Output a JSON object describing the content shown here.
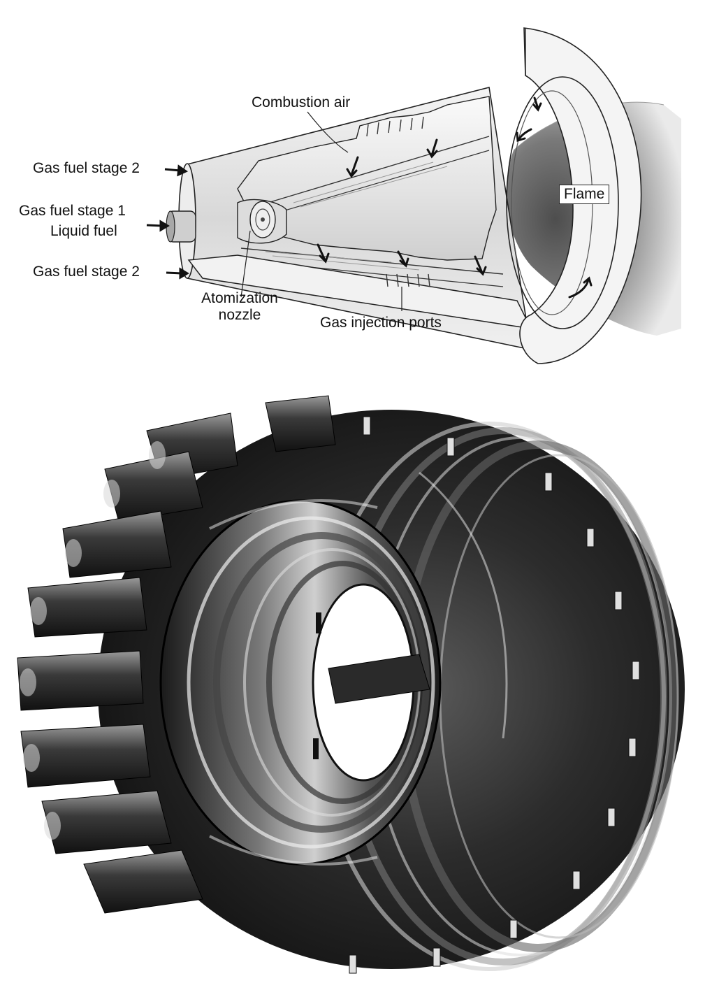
{
  "diagram": {
    "labels": {
      "combustion_air": "Combustion air",
      "gas_fuel_stage2_top": "Gas fuel stage 2",
      "gas_fuel_stage1": "Gas fuel stage 1",
      "liquid_fuel": "Liquid fuel",
      "gas_fuel_stage2_bottom": "Gas fuel stage 2",
      "atomization_nozzle_line1": "Atomization",
      "atomization_nozzle_line2": "nozzle",
      "gas_injection_ports": "Gas injection ports",
      "flame": "Flame"
    }
  }
}
